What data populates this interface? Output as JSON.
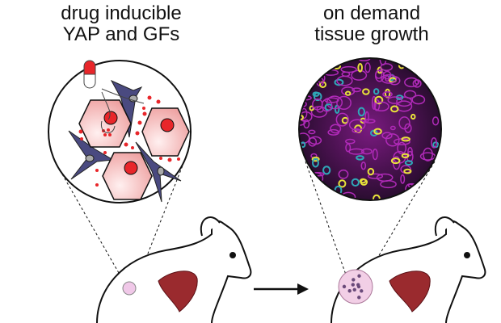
{
  "panels": {
    "left": {
      "title_line1": "drug inducible",
      "title_line2": "YAP and GFs"
    },
    "right": {
      "title_line1": "on demand",
      "title_line2": "tissue growth"
    }
  },
  "colors": {
    "hepatocyte": "#f4b8b8",
    "nucleus": "#e8262a",
    "stromal_cell": "#4a4a80",
    "liver": "#9a2a2e",
    "tissue_magenta": "#b02ab8",
    "tissue_cyan": "#2fa8b8",
    "tissue_yellow": "#e8e23a"
  }
}
